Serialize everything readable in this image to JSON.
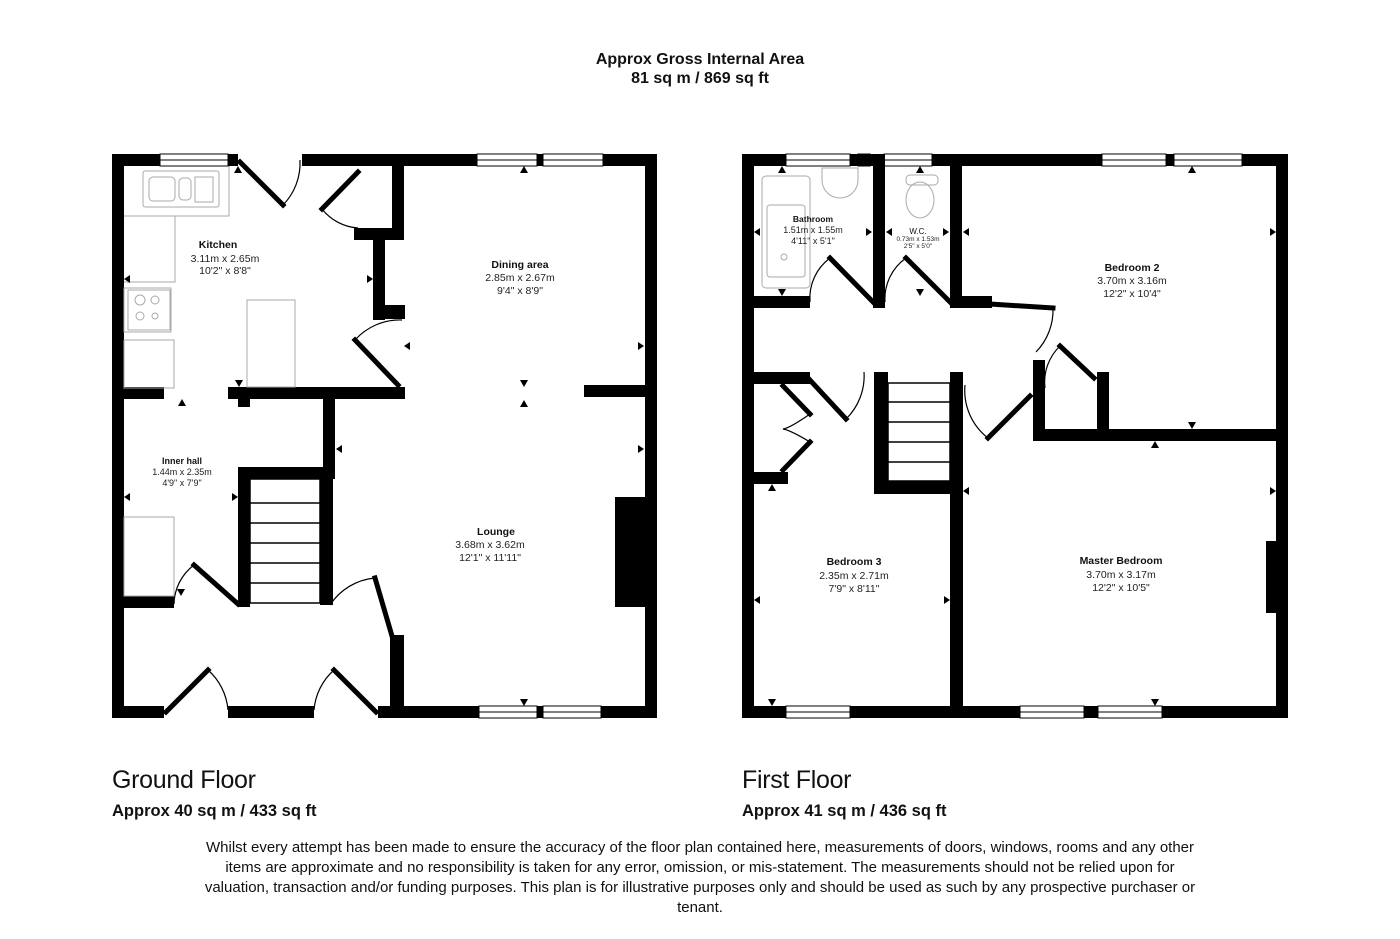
{
  "header": {
    "title_line1": "Approx Gross Internal Area",
    "title_line2": "81 sq m / 869 sq ft"
  },
  "ground_floor": {
    "label": "Ground Floor",
    "area": "Approx 40 sq m / 433 sq ft",
    "rooms": {
      "kitchen": {
        "name": "Kitchen",
        "metric": "3.11m x 2.65m",
        "imperial": "10'2\" x 8'8\""
      },
      "dining": {
        "name": "Dining area",
        "metric": "2.85m x 2.67m",
        "imperial": "9'4\" x 8'9\""
      },
      "inner_hall": {
        "name": "Inner hall",
        "metric": "1.44m x 2.35m",
        "imperial": "4'9\" x 7'9\""
      },
      "lounge": {
        "name": "Lounge",
        "metric": "3.68m x 3.62m",
        "imperial": "12'1\" x 11'11\""
      }
    }
  },
  "first_floor": {
    "label": "First Floor",
    "area": "Approx 41 sq m / 436 sq ft",
    "rooms": {
      "bathroom": {
        "name": "Bathroom",
        "metric": "1.51m x 1.55m",
        "imperial": "4'11\" x 5'1\""
      },
      "wc": {
        "name": "W.C.",
        "metric": "0.73m x 1.53m",
        "imperial": "2'5\" x 5'0\""
      },
      "bedroom2": {
        "name": "Bedroom 2",
        "metric": "3.70m x 3.16m",
        "imperial": "12'2\" x 10'4\""
      },
      "bedroom3": {
        "name": "Bedroom 3",
        "metric": "2.35m x 2.71m",
        "imperial": "7'9\" x 8'11\""
      },
      "master": {
        "name": "Master Bedroom",
        "metric": "3.70m x 3.17m",
        "imperial": "12'2\" x 10'5\""
      }
    }
  },
  "disclaimer": "Whilst every attempt has been made to ensure the accuracy of the floor plan contained here, measurements of doors, windows, rooms and any other items are approximate and no responsibility is taken for any error, omission, or mis-statement. The measurements should not be relied upon for valuation, transaction and/or funding purposes. This plan is for illustrative purposes only and should be used as such by any prospective purchaser or tenant."
}
